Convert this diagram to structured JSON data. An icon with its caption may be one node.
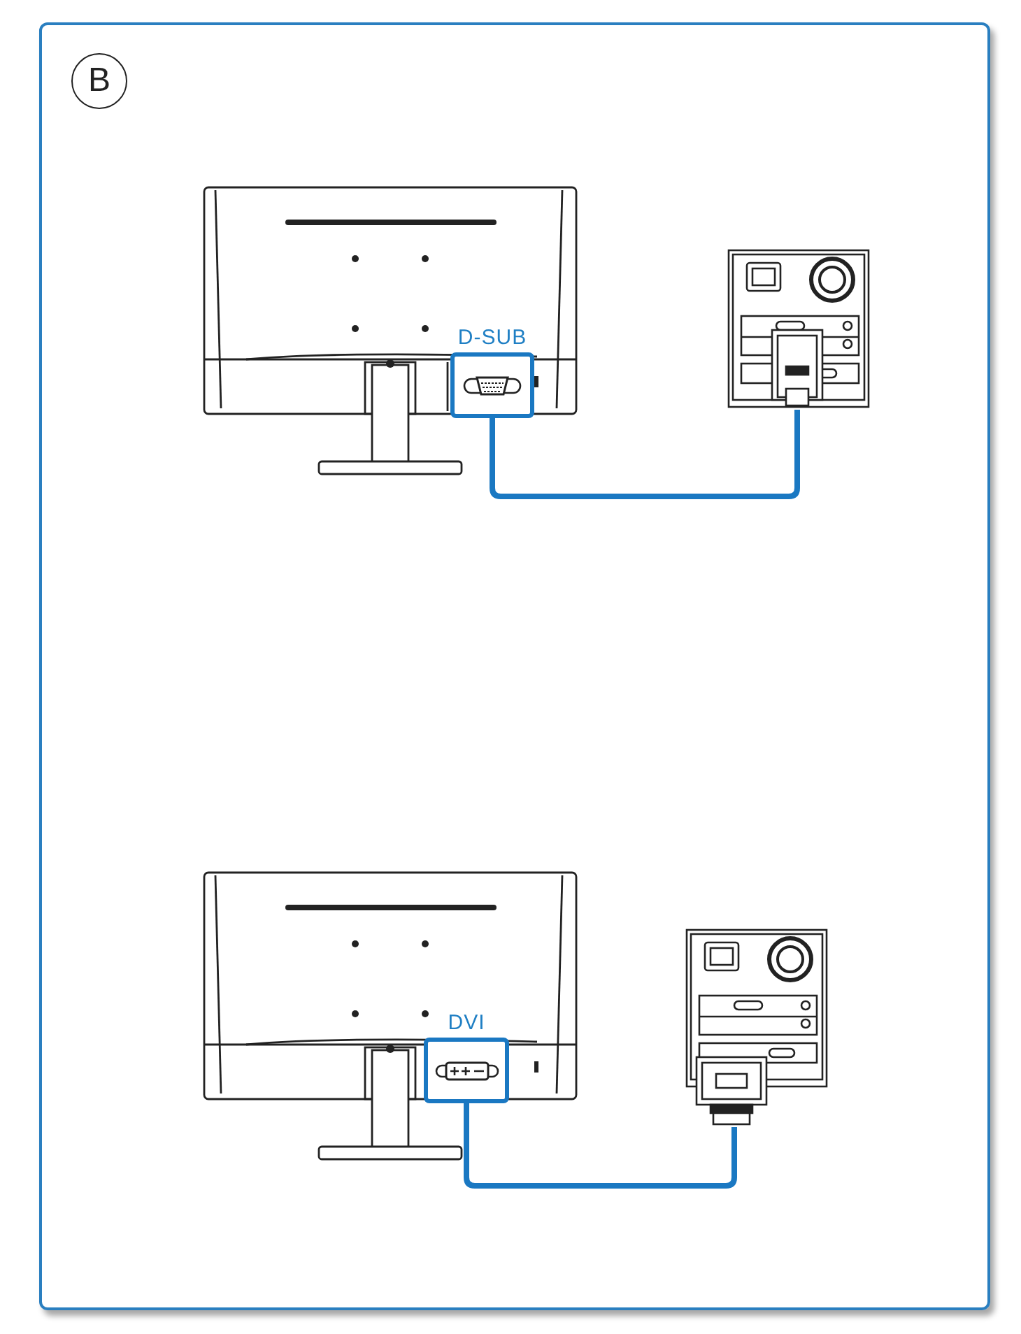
{
  "diagram": {
    "nodes": [
      {
        "text": [
          "B"
        ]
      },
      {
        "text": [
          "D-SUB"
        ]
      },
      {
        "text": [],
        "shape": "picture"
      },
      {
        "text": [
          "DVI"
        ]
      },
      {
        "text": [],
        "shape": "picture"
      }
    ],
    "edges": [
      {
        "from": 1,
        "to": 2,
        "arrow": "none"
      },
      {
        "from": 3,
        "to": 4,
        "arrow": "none"
      }
    ]
  }
}
